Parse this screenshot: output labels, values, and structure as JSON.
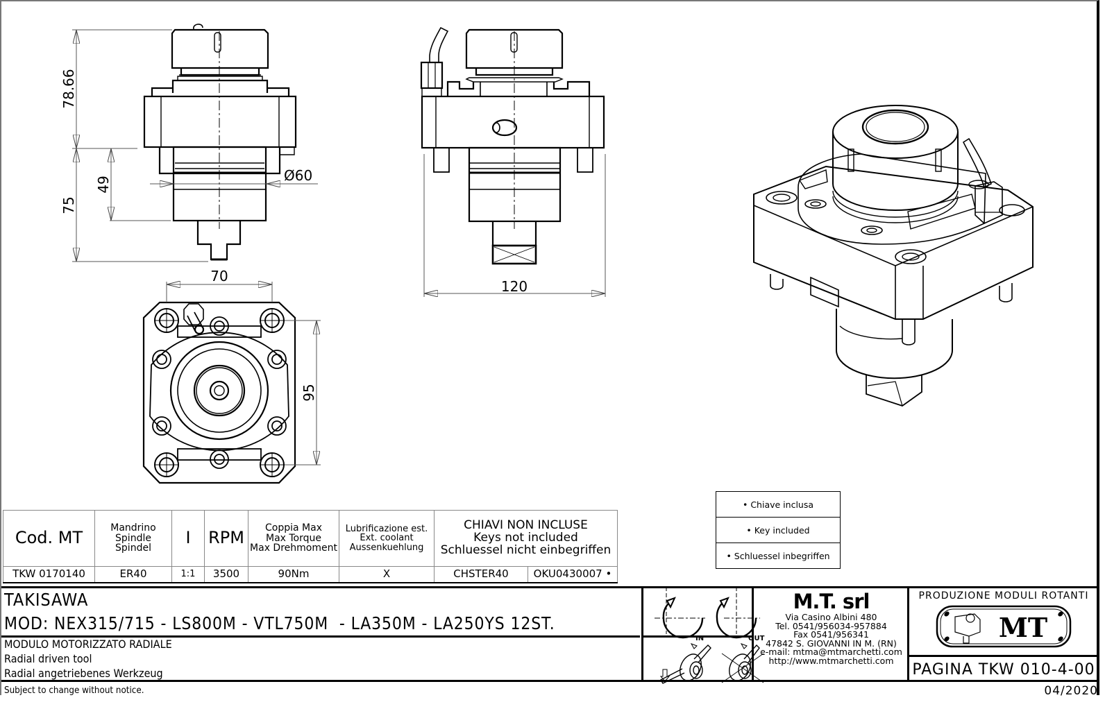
{
  "drawing": {
    "dimensions": {
      "height_top": "78.66",
      "height_bottom": "75",
      "spindle_length": "49",
      "diameter": "Ø60",
      "width_front": "70",
      "width_side": "120",
      "height_plan": "95"
    }
  },
  "spec_table": {
    "headers": {
      "code": "Cod. MT",
      "spindle": [
        "Mandrino",
        "Spindle",
        "Spindel"
      ],
      "ratio": "I",
      "rpm": "RPM",
      "torque": [
        "Coppia Max",
        "Max Torque",
        "Max Drehmoment"
      ],
      "coolant": [
        "Lubrificazione est.",
        "Ext. coolant",
        "Aussenkuehlung"
      ],
      "keys": [
        "CHIAVI NON INCLUSE",
        "Keys not included",
        "Schluessel nicht einbegriffen"
      ]
    },
    "row": {
      "code": "TKW 0170140",
      "spindle": "ER40",
      "ratio": "1:1",
      "rpm": "3500",
      "torque": "90Nm",
      "coolant": "X",
      "key1": "CHSTER40",
      "key2": "OKU0430007 •"
    }
  },
  "keys_legend": [
    "• Chiave inclusa",
    "• Key included",
    "• Schluessel inbegriffen"
  ],
  "title_block": {
    "brand": "TAKISAWA",
    "models": "MOD: NEX315/715 - LS800M - VTL750M  - LA350M - LA250YS 12ST.",
    "description": [
      "MODULO MOTORIZZATO RADIALE",
      "Radial driven tool",
      "Radial angetriebenes Werkzeug"
    ],
    "rotation_labels": {
      "in": "IN",
      "out": "OUT"
    },
    "company": {
      "name": "M.T. srl",
      "address": "Via Casino Albini 480",
      "tel": "Tel. 0541/956034-957884",
      "fax": "Fax 0541/956341",
      "city": "47842 S. GIOVANNI IN M. (RN)",
      "email": "e-mail: mtma@mtmarchetti.com",
      "web": "http://www.mtmarchetti.com"
    },
    "logo_caption": "PRODUZIONE MODULI ROTANTI",
    "logo_text": "MT",
    "page_code": "PAGINA TKW 010-4-00"
  },
  "footer": {
    "notice": "Subject to change without notice.",
    "date": "04/2020"
  }
}
